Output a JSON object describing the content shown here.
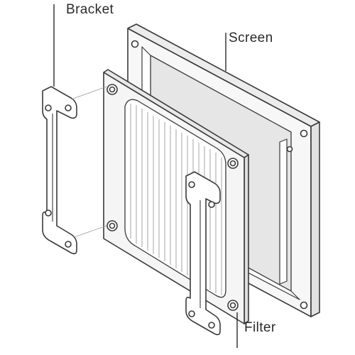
{
  "labels": {
    "bracket": "Bracket",
    "screen": "Screen",
    "filter": "Filter"
  },
  "colors": {
    "line": "#3a3a3a",
    "frame_fill": "#f3f3f3",
    "screen_mesh": "#e6e6e6",
    "hidden_line": "#9a9a9a"
  },
  "parts": [
    "bracket",
    "screen",
    "filter",
    "bracket"
  ]
}
